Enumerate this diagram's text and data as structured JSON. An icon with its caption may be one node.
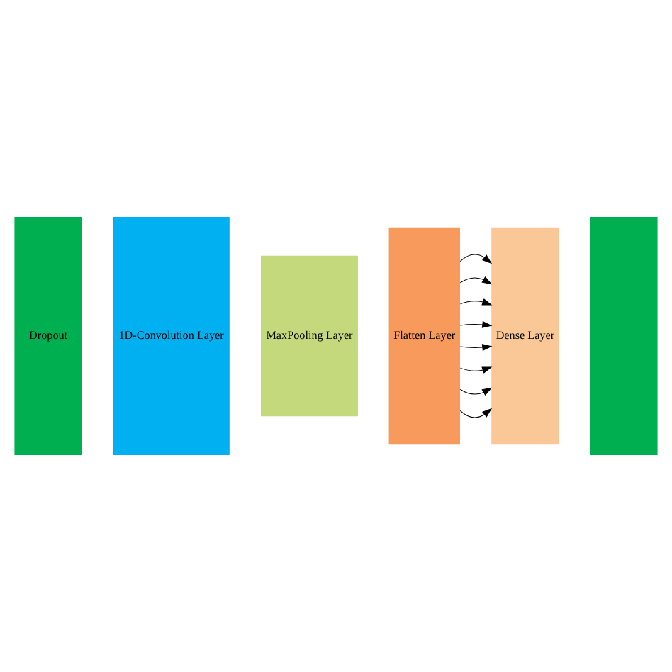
{
  "diagram": {
    "nodes": [
      {
        "text": [
          "Dropout"
        ]
      },
      {
        "text": [
          "1D-Convolution Layer"
        ]
      },
      {
        "text": [
          "MaxPooling Layer"
        ]
      },
      {
        "text": [
          "Flatten Layer"
        ]
      },
      {
        "text": [
          "Dense Layer"
        ]
      },
      {
        "text": [],
        "shape": "box"
      }
    ],
    "edges": [
      {
        "from": 3,
        "to": 4,
        "arrow": "to"
      },
      {
        "from": 3,
        "to": 4,
        "arrow": "to"
      },
      {
        "from": 3,
        "to": 4,
        "arrow": "to"
      },
      {
        "from": 3,
        "to": 4,
        "arrow": "to"
      },
      {
        "from": 3,
        "to": 4,
        "arrow": "to"
      },
      {
        "from": 3,
        "to": 4,
        "arrow": "to"
      },
      {
        "from": 3,
        "to": 4,
        "arrow": "to"
      },
      {
        "from": 3,
        "to": 4,
        "arrow": "to"
      }
    ]
  }
}
